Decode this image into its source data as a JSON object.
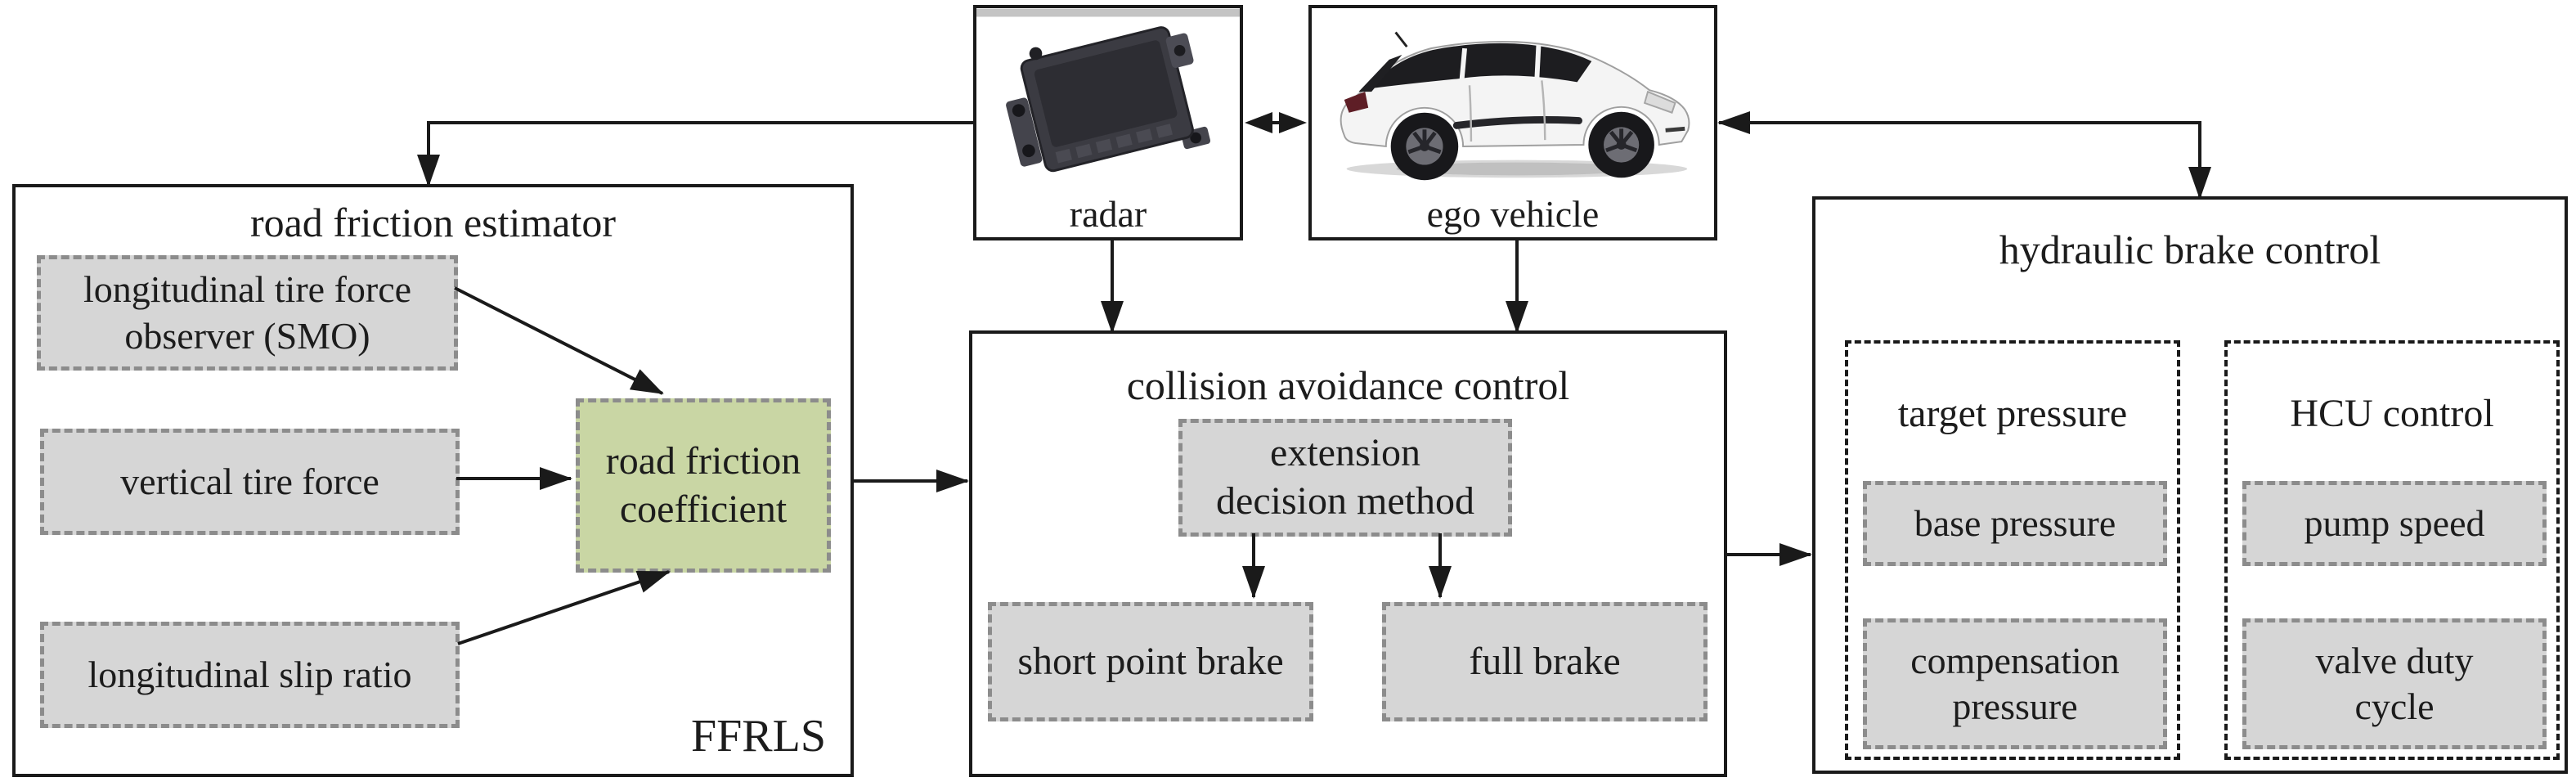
{
  "top": {
    "radar_label": "radar",
    "ego_label": "ego vehicle"
  },
  "estimator": {
    "title": "road friction estimator",
    "smo": {
      "line1": "longitudinal tire force",
      "line2": "observer (SMO)"
    },
    "vtf": "vertical tire force",
    "lsr": "longitudinal slip ratio",
    "rfc": {
      "line1": "road friction",
      "line2": "coefficient"
    },
    "tag": "FFRLS"
  },
  "collision": {
    "title": "collision avoidance control",
    "edm": {
      "line1": "extension",
      "line2": "decision method"
    },
    "spb": "short point brake",
    "fb": "full brake"
  },
  "hydraulic": {
    "title": "hydraulic brake control",
    "tp": {
      "title": "target pressure",
      "base": "base pressure",
      "comp": {
        "line1": "compensation",
        "line2": "pressure"
      }
    },
    "hcu": {
      "title": "HCU control",
      "pump": "pump speed",
      "valve": {
        "line1": "valve duty",
        "line2": "cycle"
      }
    }
  },
  "colors": {
    "highlight_green": "#c9d6a4",
    "box_fill_gray": "#d6d6d6",
    "box_dash_gray": "#8c8c8c",
    "line_black": "#1a1a1a"
  }
}
